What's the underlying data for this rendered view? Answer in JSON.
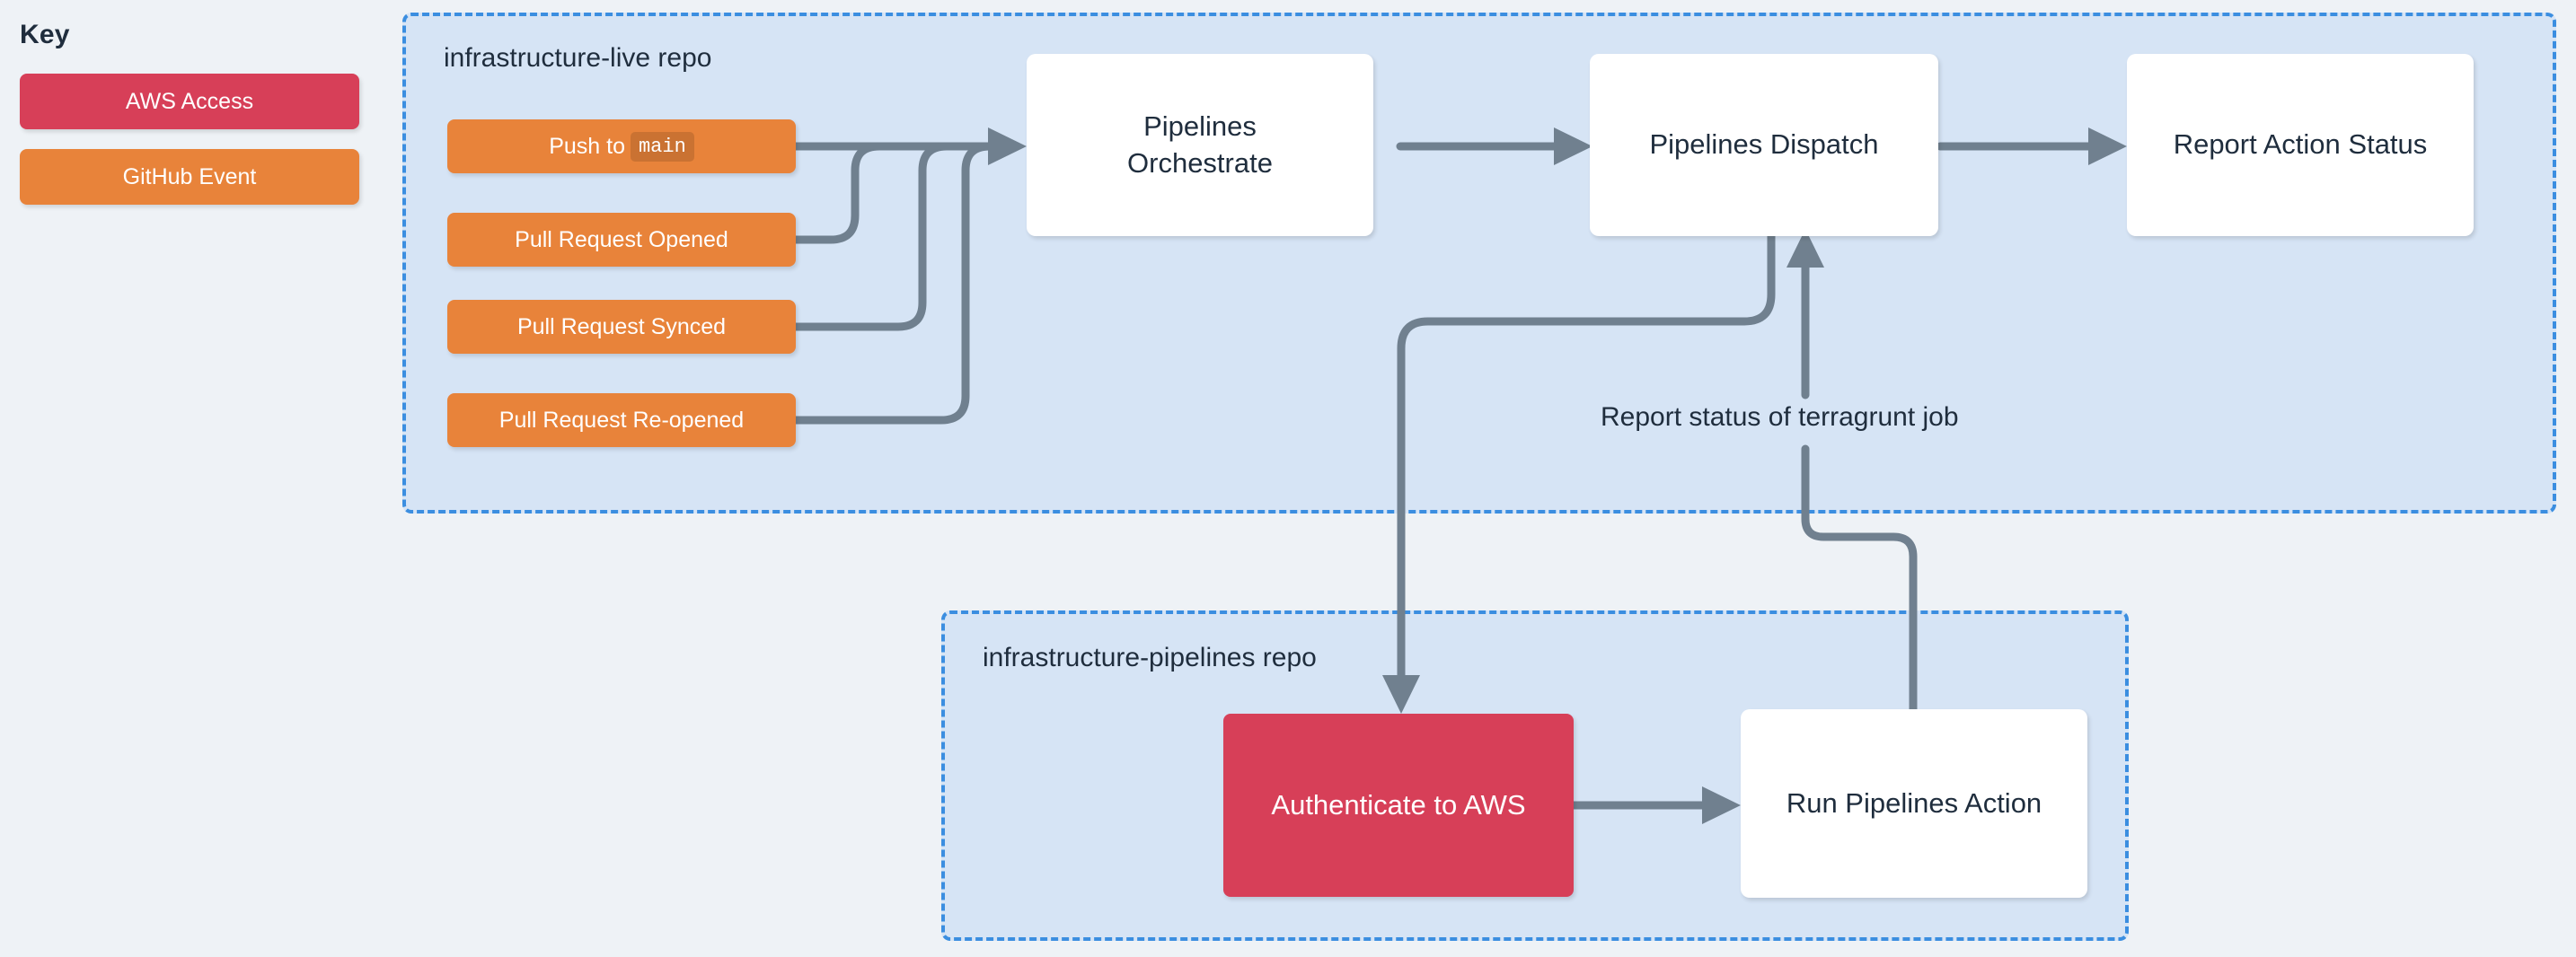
{
  "legend": {
    "title": "Key",
    "items": [
      {
        "label": "AWS Access",
        "color": "#d73f58",
        "name": "aws-access"
      },
      {
        "label": "GitHub Event",
        "color": "#e8833a",
        "name": "github-event"
      }
    ]
  },
  "containers": {
    "live": {
      "label": "infrastructure-live repo"
    },
    "pipelines": {
      "label": "infrastructure-pipelines repo"
    }
  },
  "nodes": {
    "push_to_main": {
      "prefix": "Push to",
      "code": "main",
      "type": "github-event"
    },
    "pr_opened": {
      "label": "Pull Request Opened",
      "type": "github-event"
    },
    "pr_synced": {
      "label": "Pull Request Synced",
      "type": "github-event"
    },
    "pr_reopened": {
      "label": "Pull Request Re-opened",
      "type": "github-event"
    },
    "pipelines_orchestrate": {
      "line1": "Pipelines",
      "line2": "Orchestrate",
      "type": "process"
    },
    "pipelines_dispatch": {
      "label": "Pipelines Dispatch",
      "type": "process"
    },
    "report_action_status": {
      "label": "Report Action Status",
      "type": "process"
    },
    "authenticate_to_aws": {
      "label": "Authenticate to AWS",
      "type": "aws-access"
    },
    "run_pipelines_action": {
      "label": "Run Pipelines Action",
      "type": "process"
    }
  },
  "edges": {
    "terragrunt_status": {
      "label": "Report status of terragrunt job"
    }
  },
  "colors": {
    "background": "#eef2f6",
    "container_fill": "#d6e4f5",
    "container_border": "#3b8ee0",
    "github_event": "#e8833a",
    "aws_access": "#d73f58",
    "process_fill": "#ffffff",
    "edge": "#70808f",
    "text": "#1f2d3d"
  }
}
